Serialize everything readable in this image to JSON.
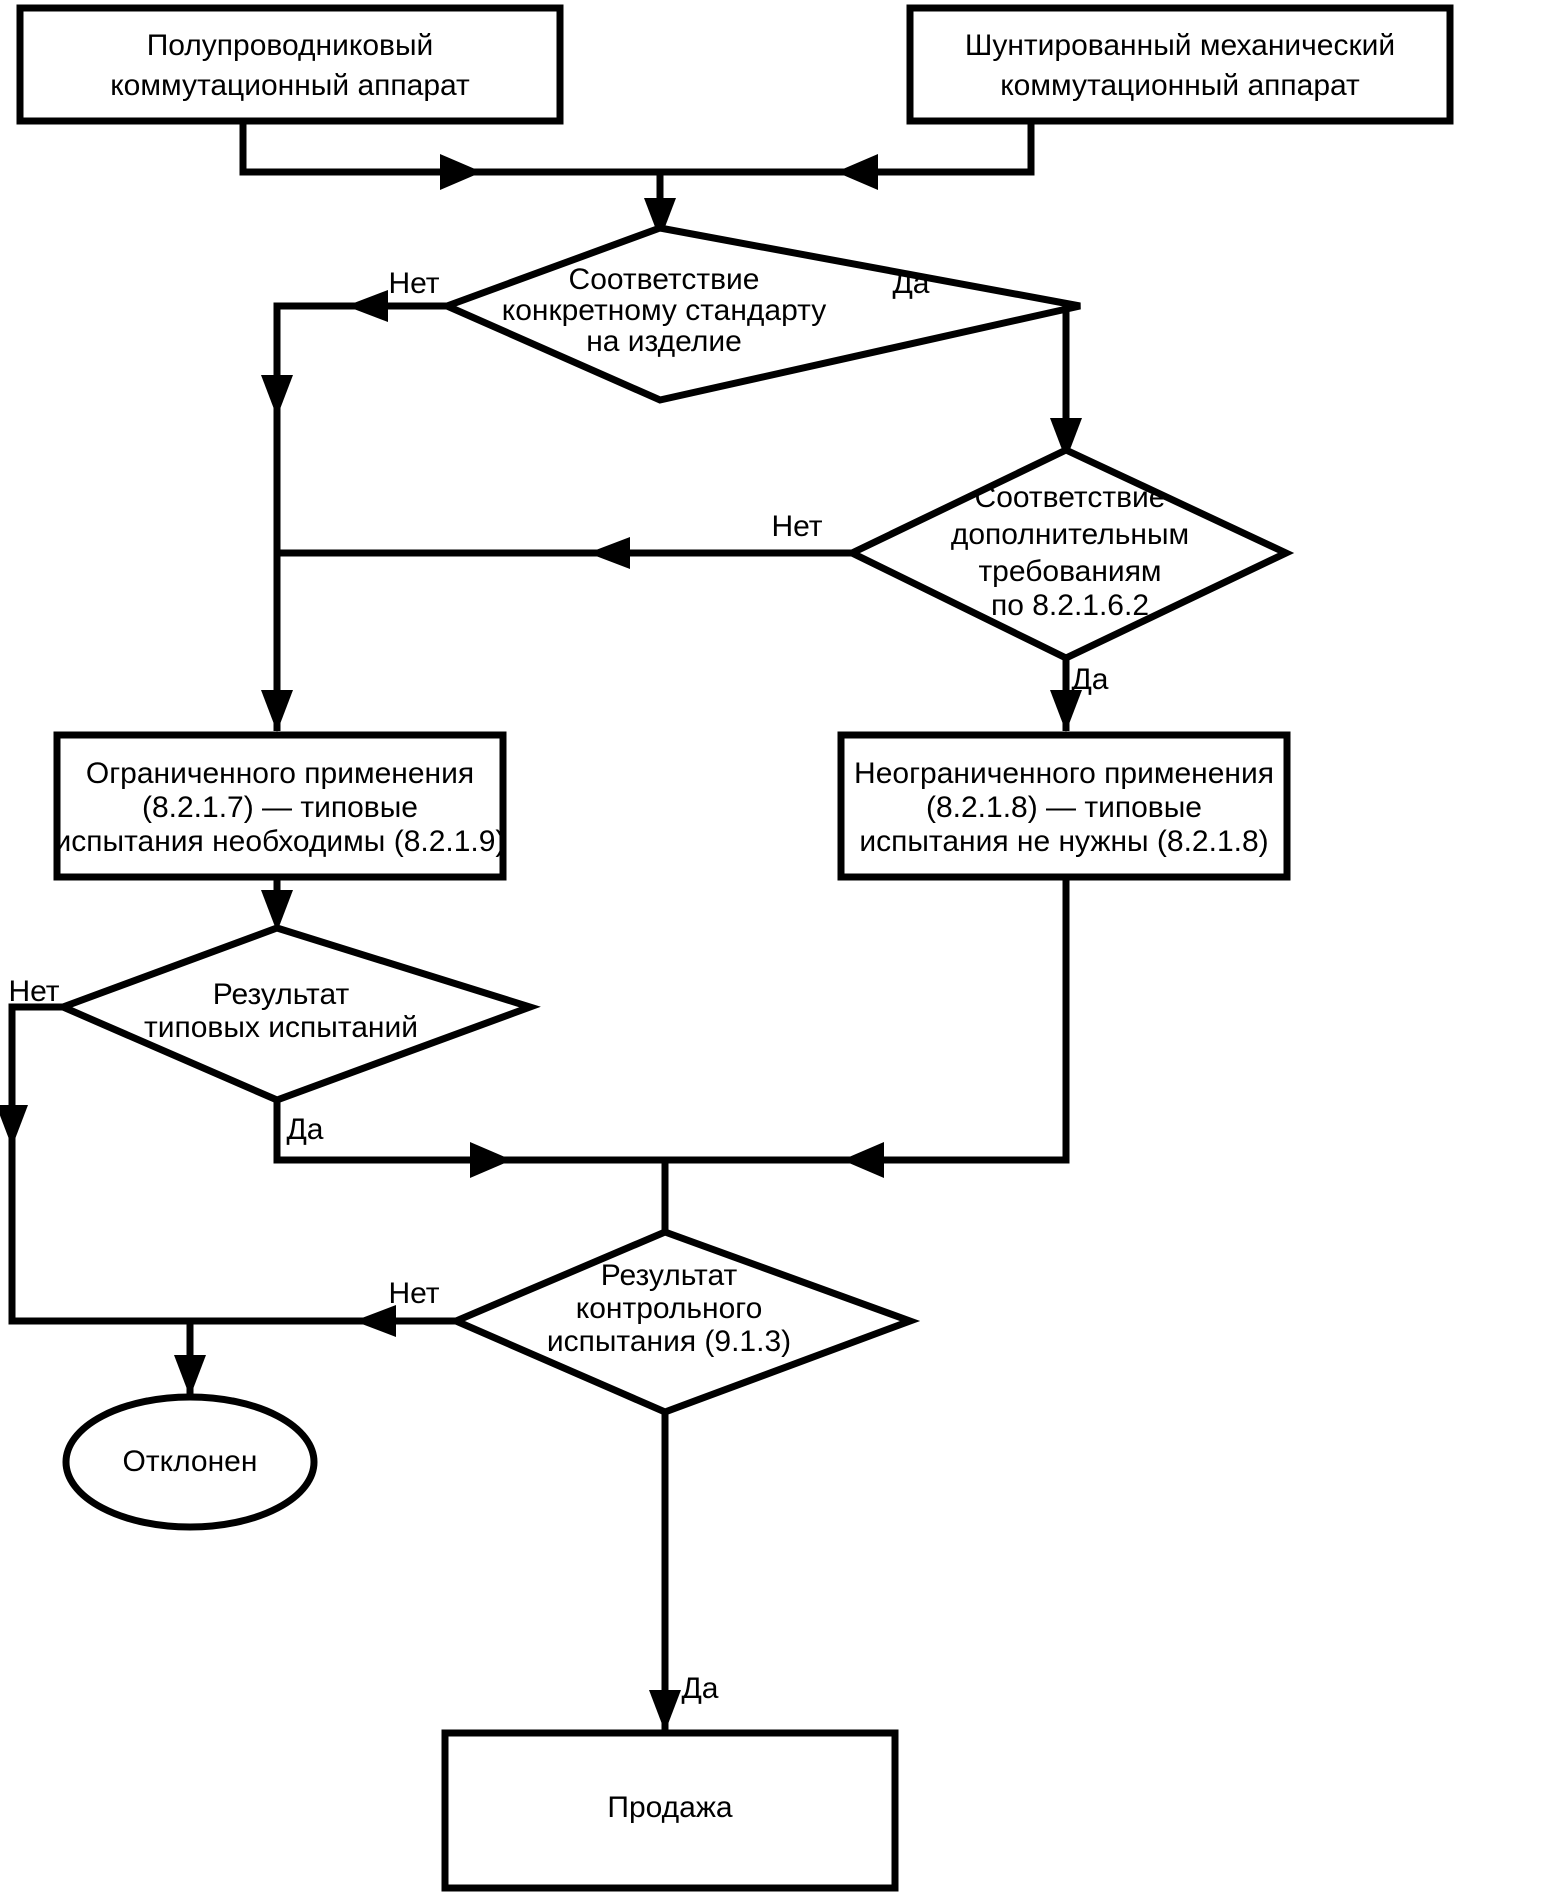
{
  "diagram": {
    "title": "",
    "language": "ru",
    "colors": {
      "stroke": "#000000",
      "fill": "#ffffff",
      "text": "#000000"
    },
    "nodes": {
      "semiconductor_device": {
        "shape": "process",
        "lines": [
          "Полупроводниковый",
          "коммутационный аппарат"
        ]
      },
      "shunted_mechanical_device": {
        "shape": "process",
        "lines": [
          "Шунтированный механический",
          "коммутационный аппарат"
        ]
      },
      "conformity_product_standard": {
        "shape": "decision",
        "lines": [
          "Соответствие",
          "конкретному стандарту",
          "на изделие"
        ]
      },
      "conformity_additional_requirements": {
        "shape": "decision",
        "lines": [
          "Соответствие",
          "дополнительным",
          "требованиям",
          "по 8.2.1.6.2"
        ]
      },
      "limited_use": {
        "shape": "process",
        "lines": [
          "Ограниченного применения",
          "(8.2.1.7) — типовые",
          "испытания необходимы (8.2.1.9)"
        ]
      },
      "unlimited_use": {
        "shape": "process",
        "lines": [
          "Неограниченного применения",
          "(8.2.1.8) — типовые",
          "испытания не нужны (8.2.1.8)"
        ]
      },
      "type_test_result": {
        "shape": "decision",
        "lines": [
          "Результат",
          "типовых испытаний"
        ]
      },
      "routine_test_result": {
        "shape": "decision",
        "lines": [
          "Результат",
          "контрольного",
          "испытания (9.1.3)"
        ]
      },
      "rejected": {
        "shape": "terminator-ellipse",
        "lines": [
          "Отклонен"
        ]
      },
      "sale": {
        "shape": "process",
        "lines": [
          "Продажа"
        ]
      }
    },
    "edge_labels": {
      "std_no": "Нет",
      "std_yes": "Да",
      "addreq_no": "Нет",
      "addreq_yes": "Да",
      "typetest_no": "Нет",
      "typetest_yes": "Да",
      "routine_no": "Нет",
      "routine_yes": "Да"
    },
    "edges": [
      {
        "from": "semiconductor_device",
        "to": "conformity_product_standard",
        "label": ""
      },
      {
        "from": "shunted_mechanical_device",
        "to": "conformity_product_standard",
        "label": ""
      },
      {
        "from": "conformity_product_standard",
        "to": "limited_use",
        "label": "Нет"
      },
      {
        "from": "conformity_product_standard",
        "to": "conformity_additional_requirements",
        "label": "Да"
      },
      {
        "from": "conformity_additional_requirements",
        "to": "limited_use",
        "label": "Нет"
      },
      {
        "from": "conformity_additional_requirements",
        "to": "unlimited_use",
        "label": "Да"
      },
      {
        "from": "limited_use",
        "to": "type_test_result",
        "label": ""
      },
      {
        "from": "type_test_result",
        "to": "rejected",
        "label": "Нет"
      },
      {
        "from": "type_test_result",
        "to": "routine_test_result",
        "label": "Да"
      },
      {
        "from": "unlimited_use",
        "to": "routine_test_result",
        "label": ""
      },
      {
        "from": "routine_test_result",
        "to": "rejected",
        "label": "Нет"
      },
      {
        "from": "routine_test_result",
        "to": "sale",
        "label": "Да"
      }
    ]
  }
}
